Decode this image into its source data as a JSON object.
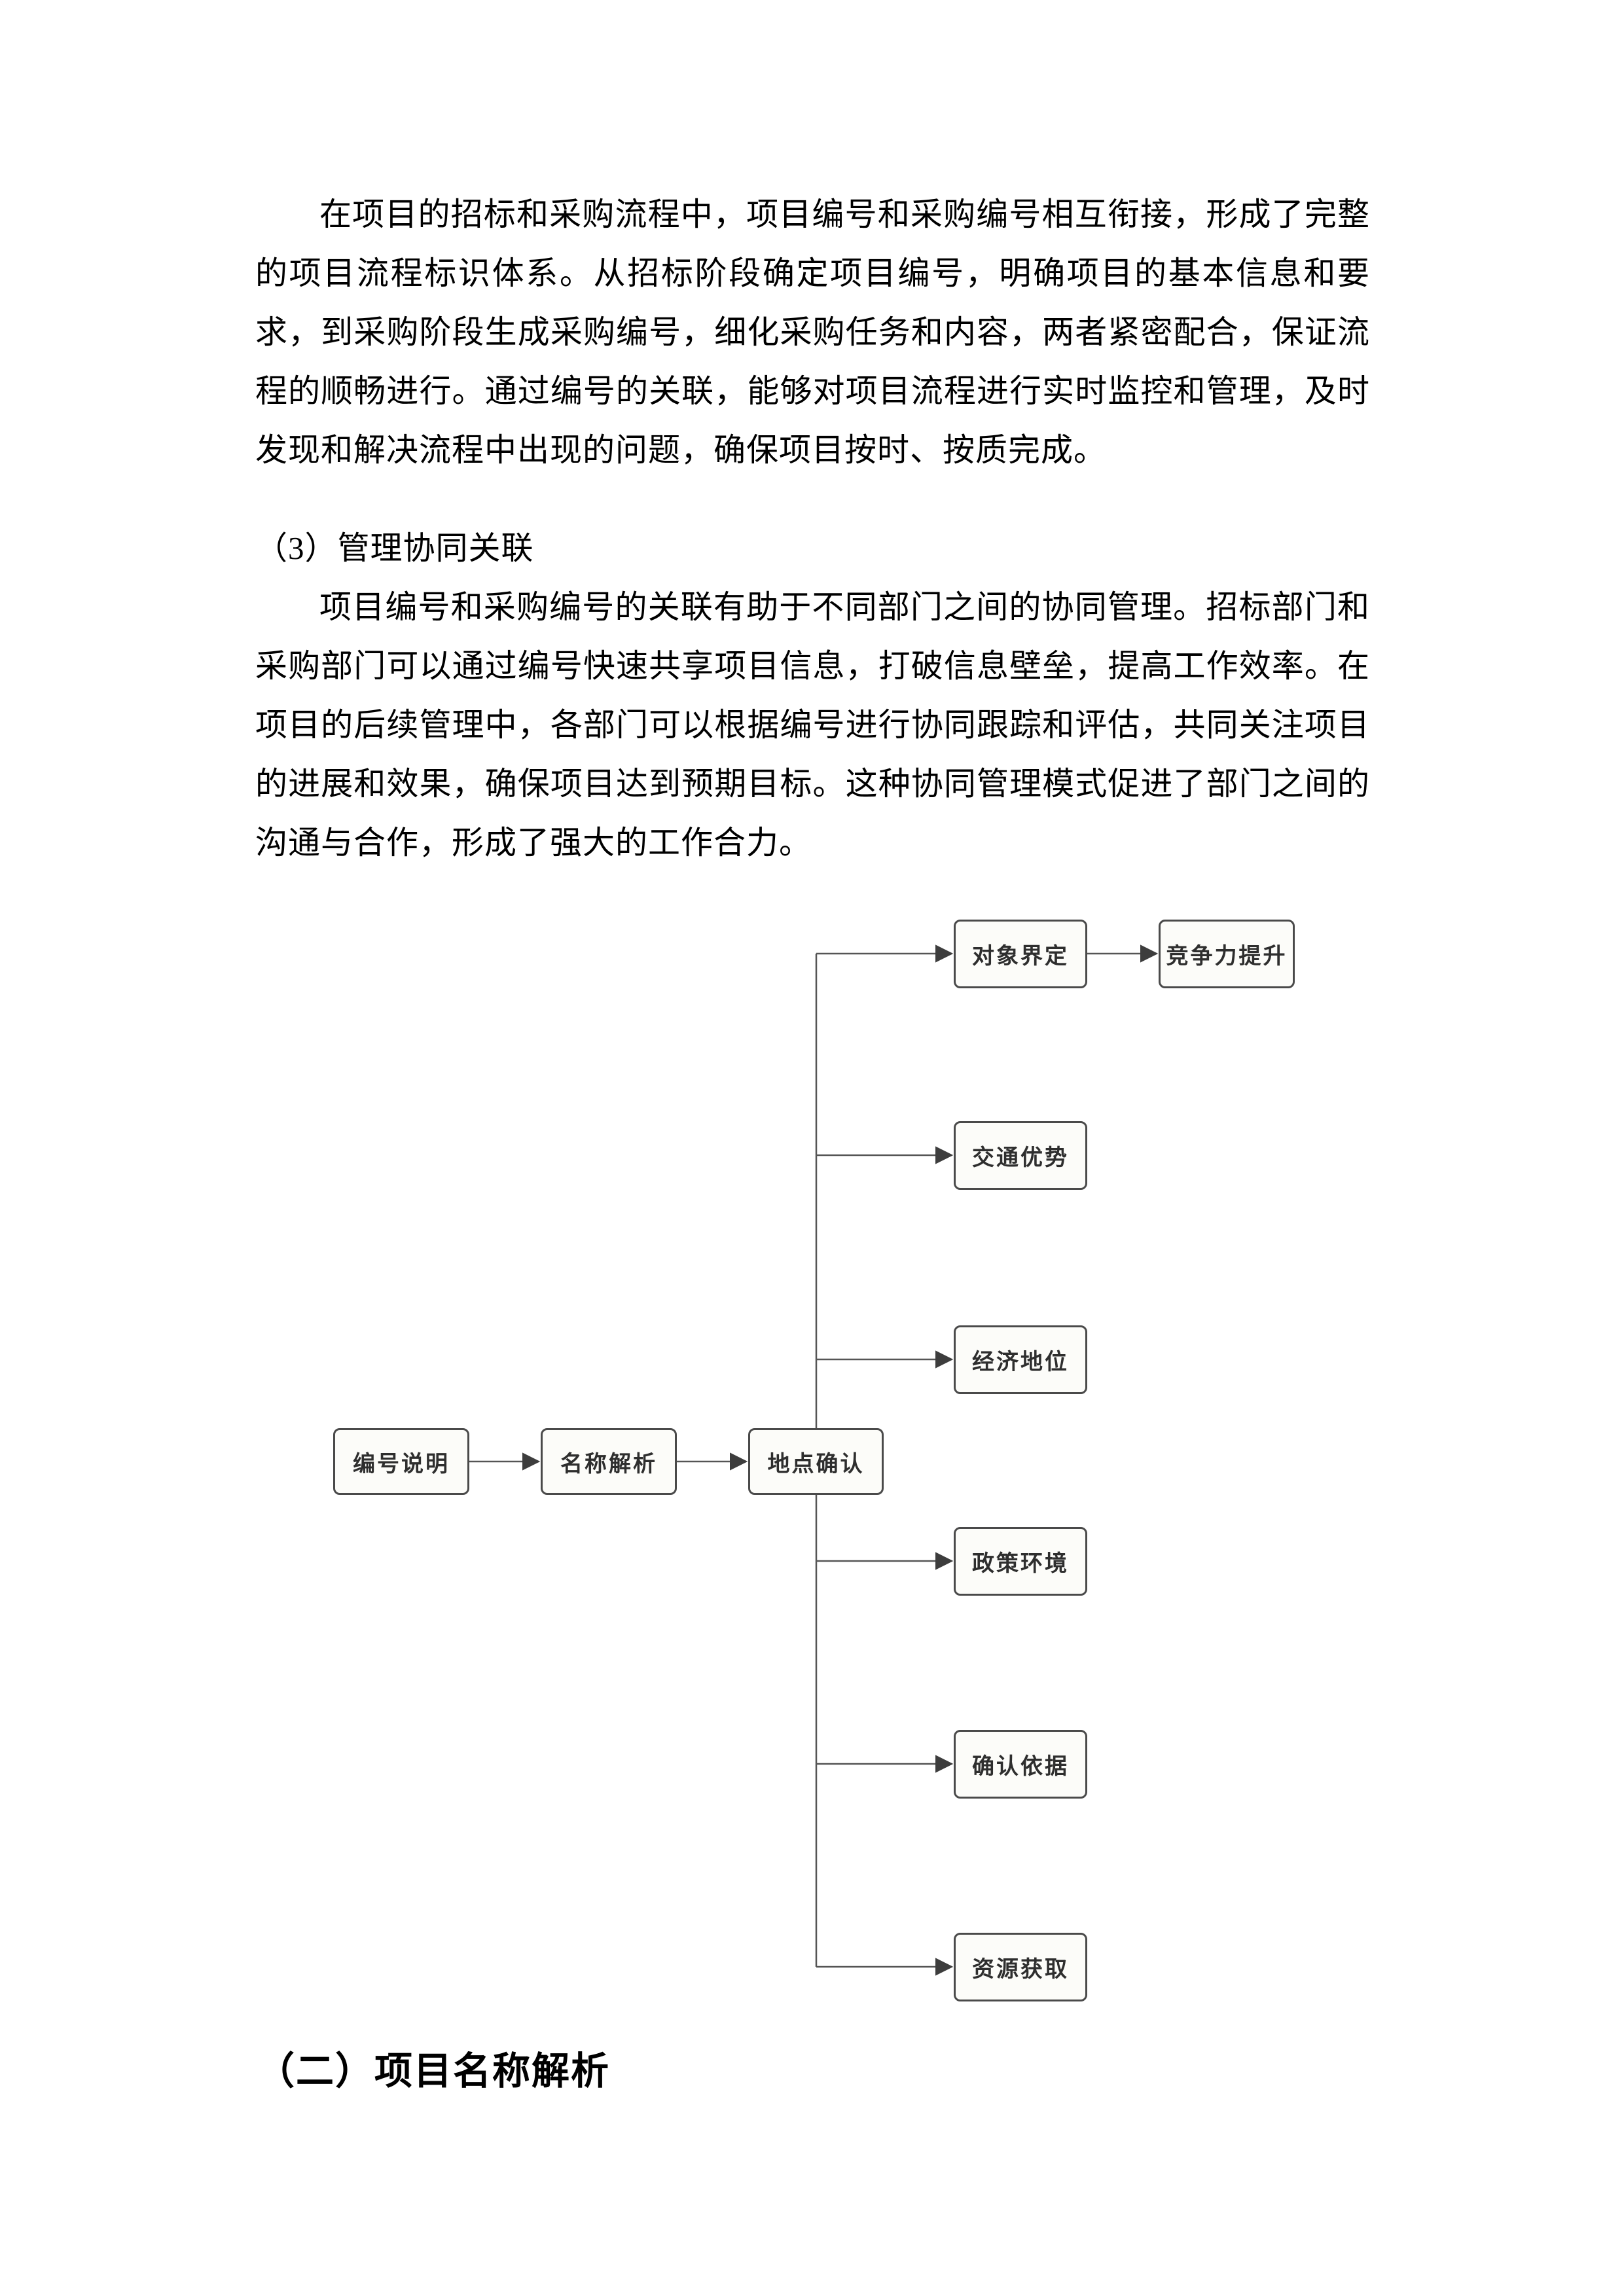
{
  "document": {
    "paragraph_1": "在项目的招标和采购流程中，项目编号和采购编号相互衔接，形成了完整的项目流程标识体系。从招标阶段确定项目编号，明确项目的基本信息和要求，到采购阶段生成采购编号，细化采购任务和内容，两者紧密配合，保证流程的顺畅进行。通过编号的关联，能够对项目流程进行实时监控和管理，及时发现和解决流程中出现的问题，确保项目按时、按质完成。",
    "heading_level3": "（3）管理协同关联",
    "paragraph_2": "项目编号和采购编号的关联有助于不同部门之间的协同管理。招标部门和采购部门可以通过编号快速共享项目信息，打破信息壁垒，提高工作效率。在项目的后续管理中，各部门可以根据编号进行协同跟踪和评估，共同关注项目的进展和效果，确保项目达到预期目标。这种协同管理模式促进了部门之间的沟通与合作，形成了强大的工作合力。",
    "heading_level2": "（二）项目名称解析"
  },
  "diagram": {
    "nodes": {
      "numbering": "编号说明",
      "name_analysis": "名称解析",
      "location_confirm": "地点确认",
      "object_define": "对象界定",
      "competitiveness": "竞争力提升",
      "transport": "交通优势",
      "economy": "经济地位",
      "policy": "政策环境",
      "confirm_basis": "确认依据",
      "resource": "资源获取"
    },
    "edges": [
      [
        "编号说明",
        "名称解析"
      ],
      [
        "名称解析",
        "地点确认"
      ],
      [
        "地点确认",
        "对象界定"
      ],
      [
        "对象界定",
        "竞争力提升"
      ],
      [
        "地点确认",
        "交通优势"
      ],
      [
        "地点确认",
        "经济地位"
      ],
      [
        "地点确认",
        "政策环境"
      ],
      [
        "地点确认",
        "确认依据"
      ],
      [
        "地点确认",
        "资源获取"
      ]
    ],
    "colors": {
      "box_border": "#4a4a4a",
      "box_fill": "#fcfcf9",
      "line": "#555555",
      "arrow": "#3d3d3d",
      "text": "#2e2e2e"
    }
  }
}
